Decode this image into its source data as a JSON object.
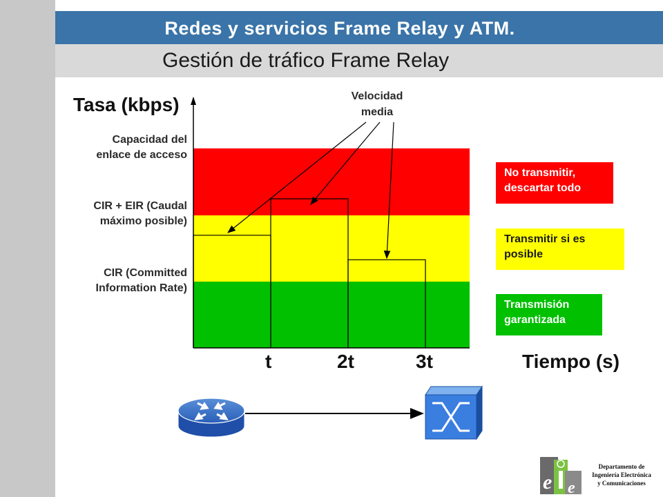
{
  "header": {
    "title": "Redes y servicios Frame Relay y ATM."
  },
  "subtitle": "Gestión de tráfico Frame Relay",
  "colors": {
    "header_bg": "#3a74a8",
    "subtitle_bg": "#d9d9d9",
    "red": "#ff0000",
    "yellow": "#ffff00",
    "green": "#00c000"
  },
  "chart_data": {
    "type": "area",
    "ylabel": "Tasa (kbps)",
    "xlabel": "Tiempo (s)",
    "x_ticks": [
      "t",
      "2t",
      "3t"
    ],
    "y_levels": [
      {
        "label": "Capacidad del enlace de acceso",
        "lines": [
          "Capacidad del",
          "enlace de acceso"
        ]
      },
      {
        "label": "CIR + EIR (Caudal máximo posible)",
        "lines": [
          "CIR + EIR (Caudal",
          "máximo posible)"
        ]
      },
      {
        "label": "CIR (Committed Information Rate)",
        "lines": [
          "CIR (Committed",
          "Information Rate)"
        ]
      }
    ],
    "regions": [
      {
        "level": "red",
        "color": "#ff0000",
        "lines": [
          "No   transmitir,",
          "descartar todo"
        ]
      },
      {
        "level": "yellow",
        "color": "#ffff00",
        "lines": [
          "Transmitir  si  es",
          "posible"
        ]
      },
      {
        "level": "green",
        "color": "#00c000",
        "lines": [
          "Transmisión",
          "garantizada"
        ]
      }
    ],
    "annotation": {
      "lines": [
        "Velocidad",
        "media"
      ]
    },
    "steps": [
      {
        "interval": "0-t",
        "rate_level": 0.7
      },
      {
        "interval": "t-2t",
        "rate_level": 1.25
      },
      {
        "interval": "2t-3t",
        "rate_level": 0.33
      }
    ]
  },
  "network": {
    "left_device_icon": "router-icon",
    "right_device_icon": "frame-relay-switch-icon"
  },
  "logo": {
    "icon": "eie-logo-icon",
    "lines": [
      "Departamento de",
      "Ingeniería Electrónica",
      "y Comunicaciones"
    ]
  }
}
